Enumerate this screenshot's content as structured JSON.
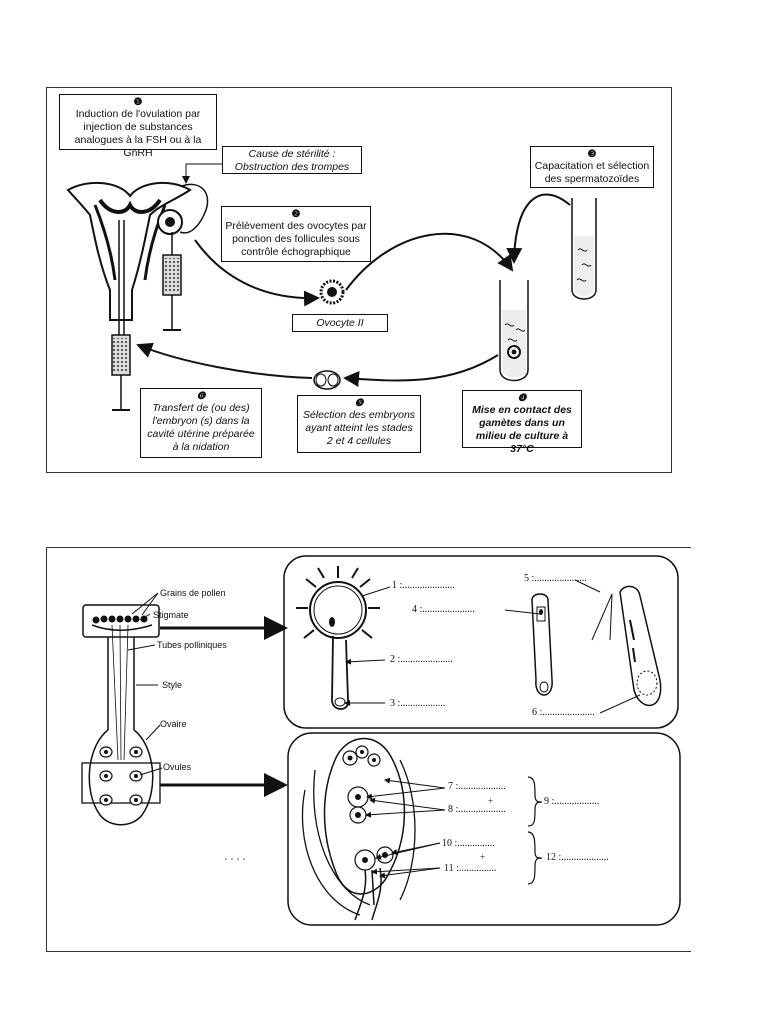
{
  "fig1": {
    "step1": {
      "num": "❶",
      "text": "Induction de l'ovulation par injection de substances analogues à la FSH ou à la GnRH"
    },
    "cause": {
      "title": "Cause de stérilité :",
      "text": "Obstruction des trompes"
    },
    "step2": {
      "num": "❷",
      "text": "Prélèvement des ovocytes par ponction des follicules sous contrôle échographique"
    },
    "step3": {
      "num": "❸",
      "text": "Capacitation et sélection des spermatozoïdes"
    },
    "oocyte": "Ovocyte II",
    "step4": {
      "num": "❹",
      "text": "Mise en contact des gamètes dans un milieu de culture à 37°C"
    },
    "step5": {
      "num": "❺",
      "text": "Sélection des embryons ayant atteint les stades 2 et 4 cellules"
    },
    "step6": {
      "num": "❻",
      "text": "Transfert de (ou des) l'embryon (s) dans la cavité utérine préparée à la nidation"
    }
  },
  "fig2": {
    "labels": {
      "pollen": "Grains de pollen",
      "stigma": "Stigmate",
      "tubes": "Tubes polliniques",
      "style": "Style",
      "ovary": "Ovaire",
      "ovules": "Ovules"
    },
    "blanks": {
      "b1": "1 :.....................",
      "b2": "2 :.....................",
      "b3": "3 :..................",
      "b4": "4 :.....................",
      "b5": "5 :.....................",
      "b6": "6 :.....................",
      "b7": "7 :...................",
      "b8": "8 :...................",
      "b9": "9 :..................",
      "b10": "10 :...............",
      "b11": "11 :...............",
      "b12": "12 :...................",
      "plus1": "+",
      "plus2": "+"
    }
  }
}
